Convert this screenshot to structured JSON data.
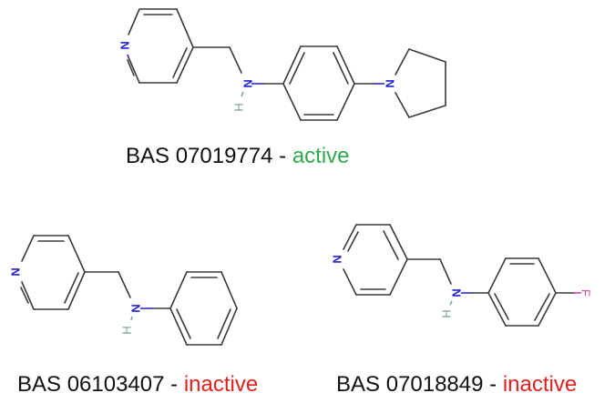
{
  "colors": {
    "bond": "#3a3a3a",
    "nitrogen": "#1f1fd0",
    "hydrogen": "#6f9a92",
    "fluorine": "#d53fa3",
    "active": "#2eaa4f",
    "inactive": "#e0231f",
    "caption": "#111111"
  },
  "atoms": {
    "nitrogen": "N",
    "hydrogen": "H",
    "fluorine": "F"
  },
  "compounds": [
    {
      "id": "BAS 07019774",
      "separator": " - ",
      "status": "active",
      "structure": "4-(pyridin-4-ylmethylamino)phenyl-pyrrolidine"
    },
    {
      "id": "BAS 06103407",
      "separator": " - ",
      "status": "inactive",
      "structure": "N-(pyridin-4-ylmethyl)aniline"
    },
    {
      "id": "BAS 07018849",
      "separator": " - ",
      "status": "inactive",
      "structure": "4-fluoro-N-(pyridin-4-ylmethyl)aniline"
    }
  ]
}
